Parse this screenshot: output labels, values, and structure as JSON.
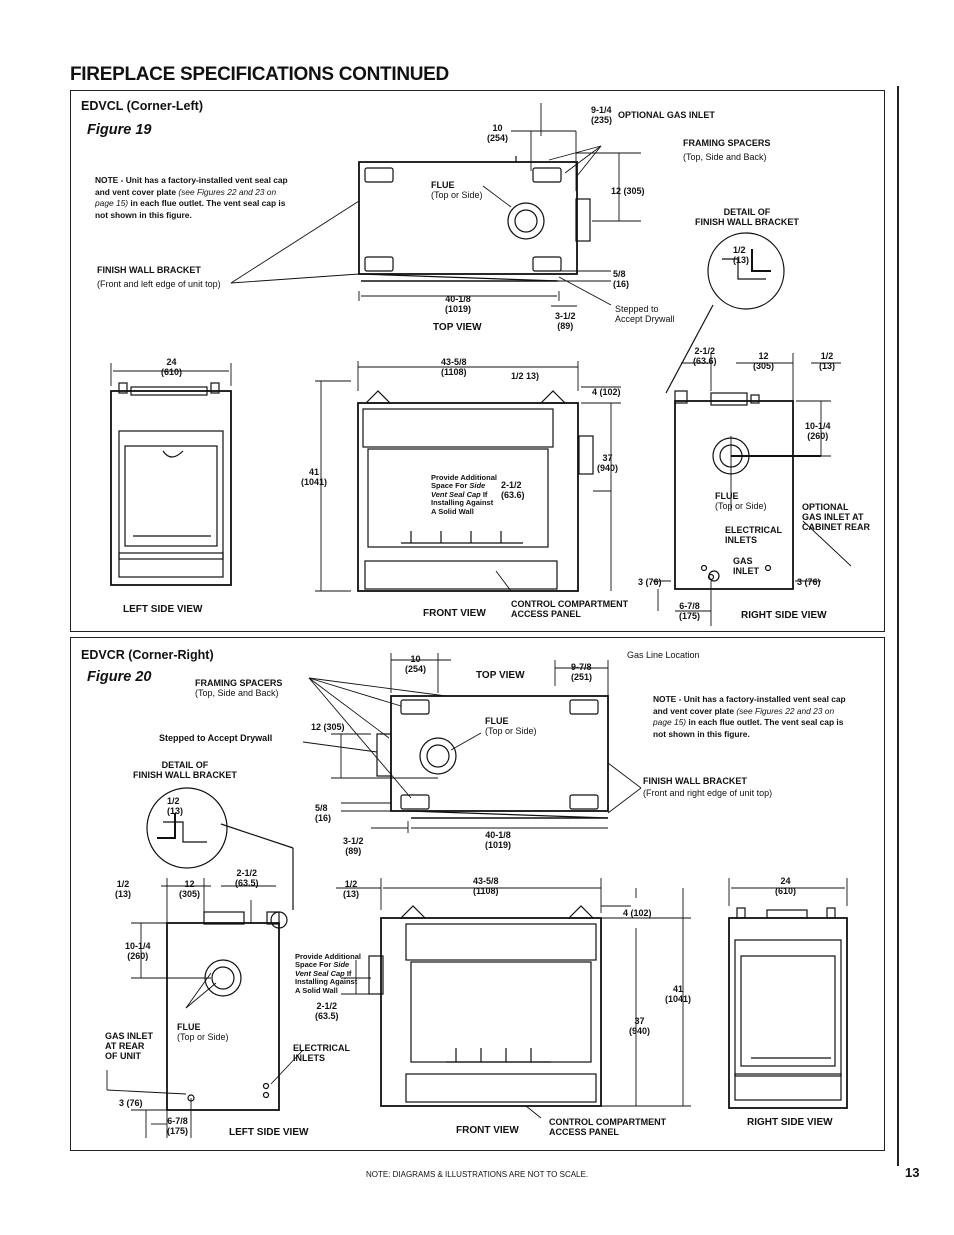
{
  "page": {
    "title": "FIREPLACE SPECIFICATIONS CONTINUED",
    "footer_note": "NOTE: DIAGRAMS & ILLUSTRATIONS ARE NOT TO SCALE.",
    "page_number": "13"
  },
  "fig19": {
    "model": "EDVCL (Corner-Left)",
    "figure": "Figure 19",
    "note": {
      "lead": "NOTE - Unit has a factory-installed vent seal cap and vent cover plate",
      "ref": "(see Figures 22 and 23 on page 15)",
      "tail": "in each flue outlet. The vent seal cap is not shown in this figure."
    },
    "views": {
      "top": "TOP VIEW",
      "left": "LEFT SIDE VIEW",
      "front": "FRONT VIEW",
      "right": "RIGHT SIDE VIEW"
    },
    "labels": {
      "optional_gas_inlet": "OPTIONAL GAS INLET",
      "framing_spacers_1": "FRAMING SPACERS",
      "framing_spacers_2": "(Top, Side and Back)",
      "flue_1": "FLUE",
      "flue_2": "(Top or Side)",
      "finish_wall_1": "FINISH WALL BRACKET",
      "finish_wall_2": "(Front and left edge of unit top)",
      "detail_1": "DETAIL OF",
      "detail_2": "FINISH WALL BRACKET",
      "stepped_1": "Stepped to",
      "stepped_2": "Accept Drywall",
      "provide_1": "Provide Additional",
      "provide_2": "Space For",
      "provide_3": "Side",
      "provide_4": "Vent Seal Cap",
      "provide_5": "If",
      "provide_6": "Installing Against",
      "provide_7": "A Solid Wall",
      "control_1": "CONTROL COMPARTMENT",
      "control_2": "ACCESS PANEL",
      "rs_flue_1": "FLUE",
      "rs_flue_2": "(Top or Side)",
      "electrical_1": "ELECTRICAL",
      "electrical_2": "INLETS",
      "gas_inlet_1": "GAS",
      "gas_inlet_2": "INLET",
      "opt_rear_1": "OPTIONAL",
      "opt_rear_2": "GAS INLET AT",
      "opt_rear_3": "CABINET REAR"
    },
    "dims": {
      "d10": "10",
      "d10mm": "(254)",
      "d914": "9-1/4",
      "d914mm": "(235)",
      "d12": "12 (305)",
      "d58": "5/8",
      "d58mm": "(16)",
      "d4018": "40-1/8",
      "d4018mm": "(1019)",
      "d312": "3-1/2",
      "d312mm": "(89)",
      "det12": "1/2",
      "det12mm": "(13)",
      "d24": "24",
      "d24mm": "(610)",
      "d4358": "43-5/8",
      "d4358mm": "(1108)",
      "d12b": "1/2 13)",
      "d4": "4 (102)",
      "d41": "41",
      "d41mm": "(1041)",
      "d37": "37",
      "d37mm": "(940)",
      "d212": "2-1/2",
      "d212mm": "(63.6)",
      "rs212": "2-1/2",
      "rs212mm": "(63.6)",
      "rs12": "12",
      "rs12mm": "(305)",
      "rs12b": "1/2",
      "rs12bmm": "(13)",
      "rs1014": "10-1/4",
      "rs1014mm": "(260)",
      "rs3a": "3 (76)",
      "rs3b": "3 (76)",
      "rs678": "6-7/8",
      "rs678mm": "(175)"
    }
  },
  "fig20": {
    "model": "EDVCR (Corner-Right)",
    "figure": "Figure 20",
    "note": {
      "lead": "NOTE - Unit has a factory-installed vent seal cap and vent cover plate",
      "ref": "(see Figures 22 and 23 on page 15)",
      "tail": "in each flue outlet. The vent seal cap is not shown in this figure."
    },
    "views": {
      "top": "TOP VIEW",
      "left": "LEFT SIDE VIEW",
      "front": "FRONT VIEW",
      "right": "RIGHT SIDE VIEW"
    },
    "labels": {
      "gas_line": "Gas Line Location",
      "framing_spacers_1": "FRAMING SPACERS",
      "framing_spacers_2": "(Top, Side and Back)",
      "stepped": "Stepped to Accept Drywall",
      "flue_1": "FLUE",
      "flue_2": "(Top or Side)",
      "detail_1": "DETAIL OF",
      "detail_2": "FINISH WALL BRACKET",
      "finish_wall_1": "FINISH WALL BRACKET",
      "finish_wall_2": "(Front and right edge of unit top)",
      "ls_flue_1": "FLUE",
      "ls_flue_2": "(Top or Side)",
      "gas_rear_1": "GAS INLET",
      "gas_rear_2": "AT REAR",
      "gas_rear_3": "OF UNIT",
      "electrical_1": "ELECTRICAL",
      "electrical_2": "INLETS",
      "provide_1": "Provide Additional",
      "provide_2": "Space For",
      "provide_3": "Side",
      "provide_4": "Vent Seal Cap",
      "provide_5": "If",
      "provide_6": "Installing Against",
      "provide_7": "A Solid Wall",
      "control_1": "CONTROL COMPARTMENT",
      "control_2": "ACCESS PANEL"
    },
    "dims": {
      "d10": "10",
      "d10mm": "(254)",
      "d978": "9-7/8",
      "d978mm": "(251)",
      "d12": "12 (305)",
      "d58": "5/8",
      "d58mm": "(16)",
      "d312": "3-1/2",
      "d312mm": "(89)",
      "d4018": "40-1/8",
      "d4018mm": "(1019)",
      "det12": "1/2",
      "det12mm": "(13)",
      "ls12": "1/2",
      "ls12mm": "(13)",
      "ls12w": "12",
      "ls12wmm": "(305)",
      "ls212": "2-1/2",
      "ls212mm": "(63.5)",
      "ls1014": "10-1/4",
      "ls1014mm": "(260)",
      "ls3": "3 (76)",
      "ls678": "6-7/8",
      "ls678mm": "(175)",
      "f12": "1/2",
      "f12mm": "(13)",
      "d4358": "43-5/8",
      "d4358mm": "(1108)",
      "d4": "4 (102)",
      "d212": "2-1/2",
      "d212mm": "(63.5)",
      "d37": "37",
      "d37mm": "(940)",
      "d41": "41",
      "d41mm": "(1041)",
      "d24": "24",
      "d24mm": "(610)"
    }
  }
}
